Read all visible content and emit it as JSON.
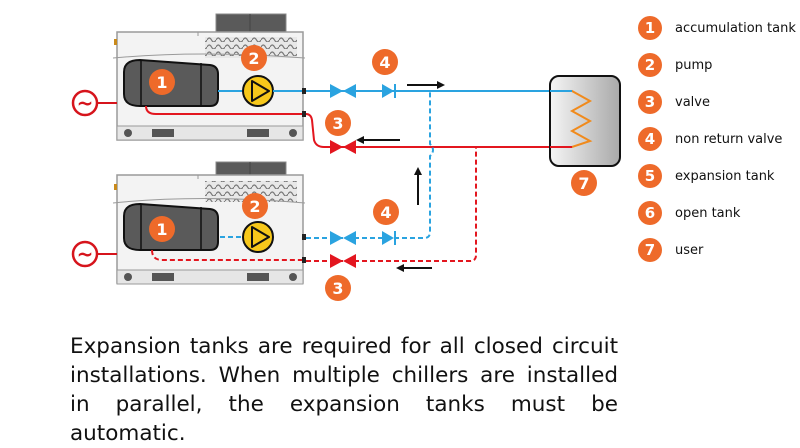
{
  "diagram": {
    "title": "Parallel chillers with expansion tanks",
    "colors": {
      "badge": "#ee6a2a",
      "supply_pipe": "#2aa3e0",
      "return_pipe": "#e3161f",
      "pump": "#f7c81b",
      "tank": "#555555",
      "coil": "#f08a1c",
      "power": "#d6141c"
    },
    "units": [
      {
        "name": "chiller-top",
        "tank_badge": "1",
        "pump_badge": "2",
        "valve_badge": "3",
        "nrv_badge": "4",
        "pipes": "solid"
      },
      {
        "name": "chiller-bottom",
        "tank_badge": "1",
        "pump_badge": "2",
        "valve_badge": "3",
        "nrv_badge": "4",
        "pipes": "dashed"
      }
    ],
    "user_badge": "7",
    "power_symbol": "~"
  },
  "legend": {
    "items": [
      {
        "number": "1",
        "label": "accumulation tank"
      },
      {
        "number": "2",
        "label": "pump"
      },
      {
        "number": "3",
        "label": "valve"
      },
      {
        "number": "4",
        "label": "non return valve"
      },
      {
        "number": "5",
        "label": "expansion tank"
      },
      {
        "number": "6",
        "label": "open tank"
      },
      {
        "number": "7",
        "label": "user"
      }
    ]
  },
  "caption": {
    "lines": [
      "Expansion tanks are required for all closed circuit",
      "installations. When multiple chillers are installed",
      "in parallel, the expansion tanks must be automatic."
    ]
  }
}
